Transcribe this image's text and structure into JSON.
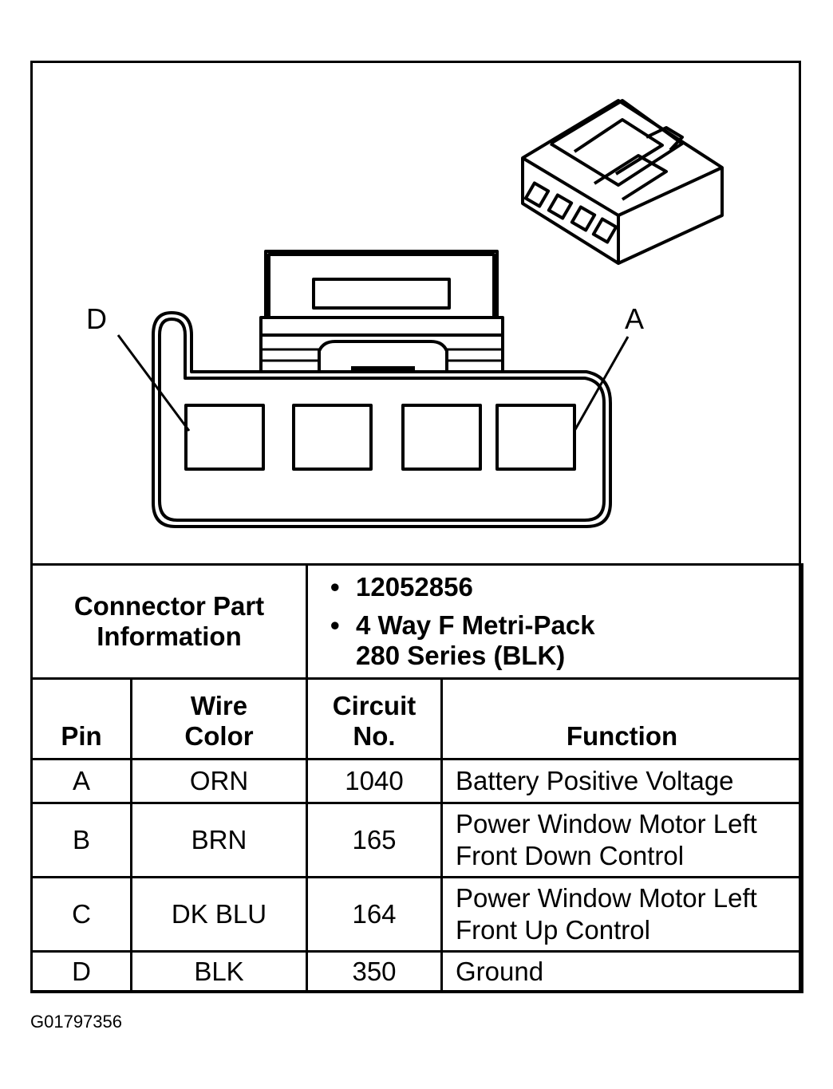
{
  "diagram": {
    "pin_labels": {
      "left": "D",
      "right": "A"
    }
  },
  "connector_info": {
    "label": "Connector Part Information",
    "label_line1": "Connector Part",
    "label_line2": "Information",
    "part_number": "12052856",
    "description_line1": "4 Way F Metri-Pack",
    "description_line2": "280 Series (BLK)"
  },
  "columns": {
    "pin": "Pin",
    "wire_color_line1": "Wire",
    "wire_color_line2": "Color",
    "circuit_line1": "Circuit",
    "circuit_line2": "No.",
    "function": "Function"
  },
  "rows": [
    {
      "pin": "A",
      "wire_color": "ORN",
      "circuit": "1040",
      "function_line1": "Battery Positive Voltage",
      "function_line2": ""
    },
    {
      "pin": "B",
      "wire_color": "BRN",
      "circuit": "165",
      "function_line1": "Power Window Motor Left",
      "function_line2": "Front Down Control"
    },
    {
      "pin": "C",
      "wire_color": "DK BLU",
      "circuit": "164",
      "function_line1": "Power Window Motor Left",
      "function_line2": "Front Up Control"
    },
    {
      "pin": "D",
      "wire_color": "BLK",
      "circuit": "350",
      "function_line1": "Ground",
      "function_line2": ""
    }
  ],
  "figure_code": "G01797356"
}
